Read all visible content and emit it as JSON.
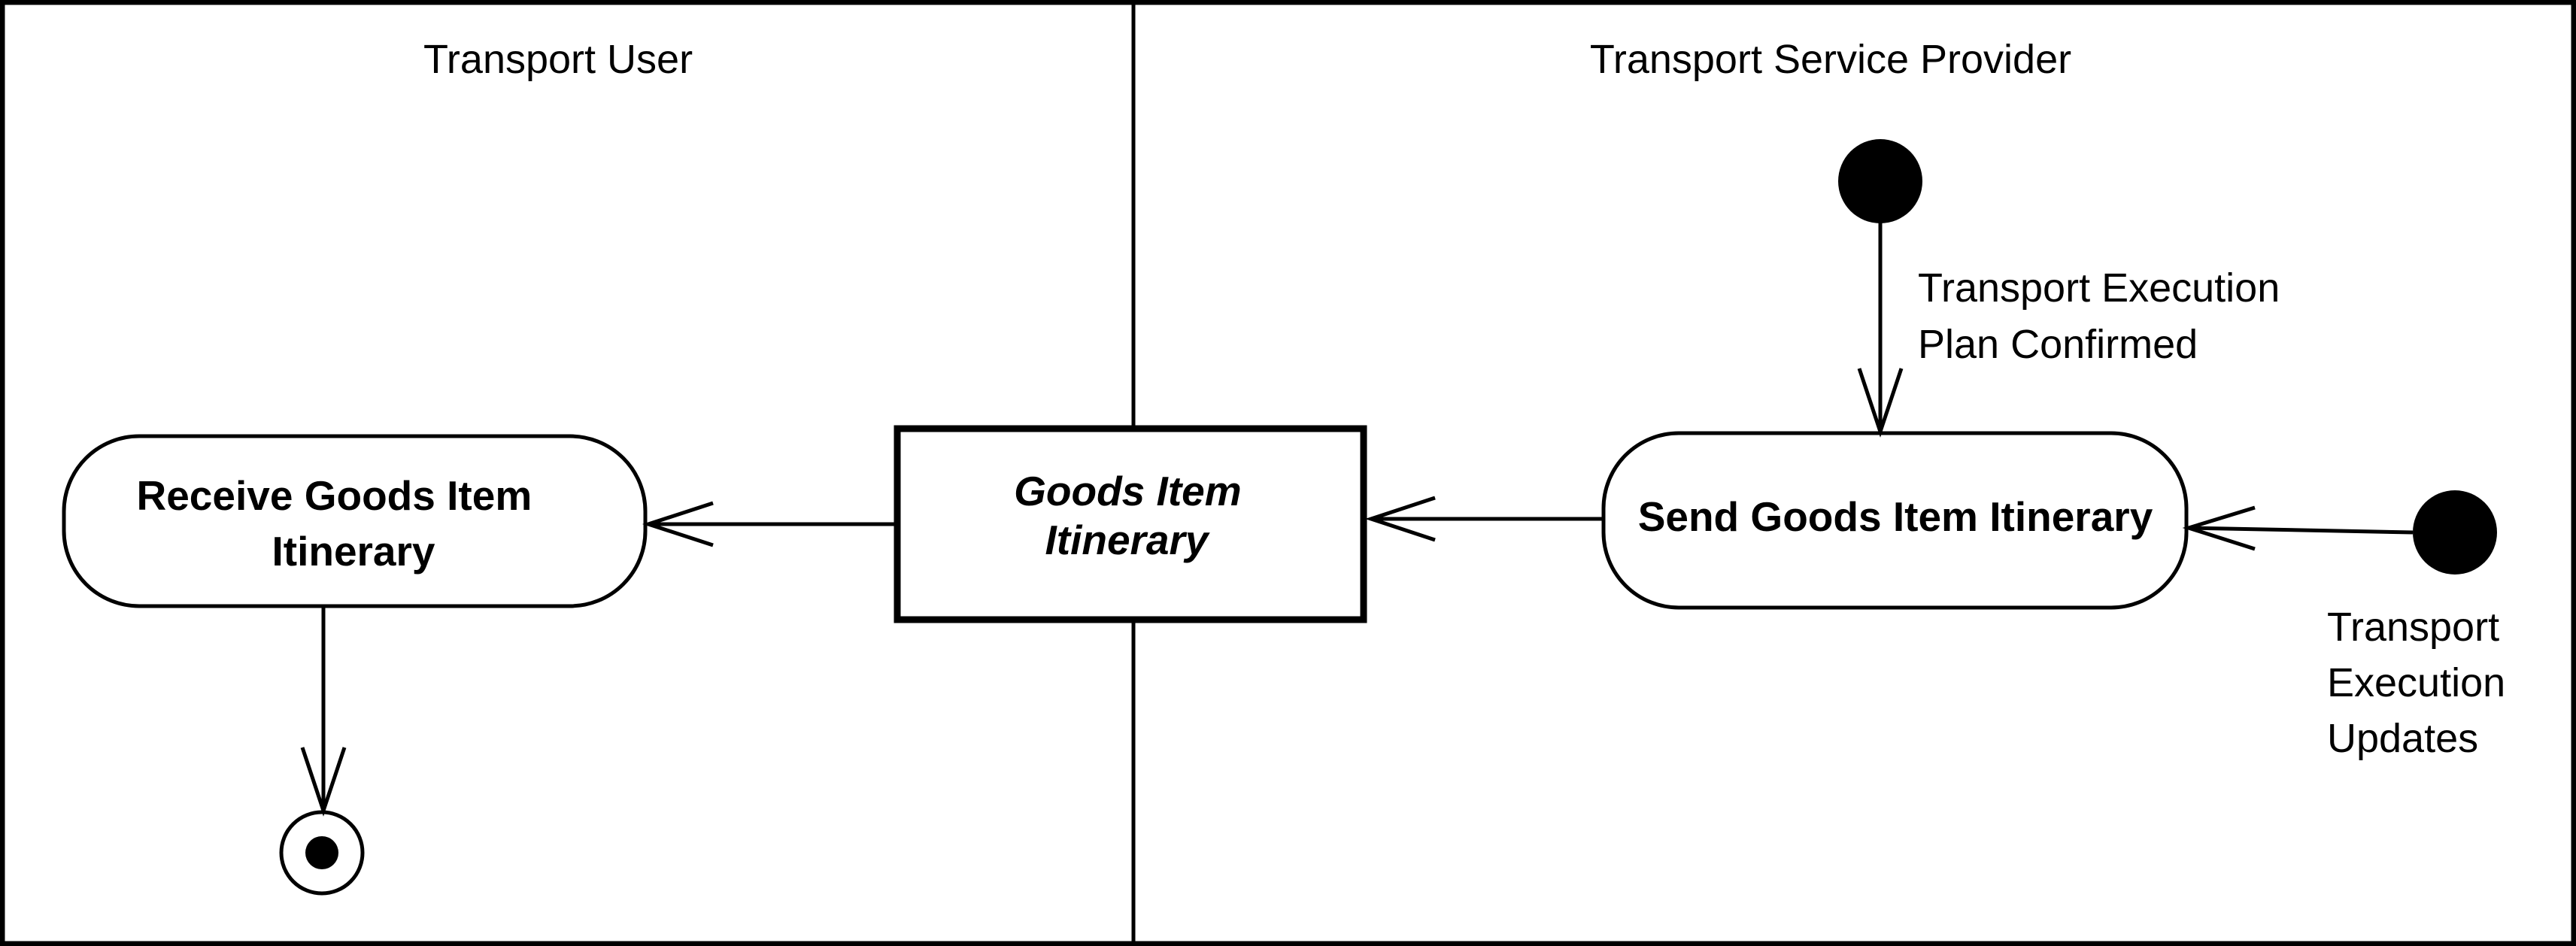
{
  "lanes": {
    "left_title": "Transport User",
    "right_title": "Transport Service Provider"
  },
  "nodes": {
    "receive_activity": [
      "Receive Goods Item",
      "Itinerary"
    ],
    "object_node": [
      "Goods Item",
      "Itinerary"
    ],
    "send_activity": "Send Goods Item Itinerary"
  },
  "events": {
    "plan_confirmed": [
      "Transport Execution",
      "Plan Confirmed"
    ],
    "execution_updates": [
      "Transport",
      "Execution",
      "Updates"
    ]
  }
}
